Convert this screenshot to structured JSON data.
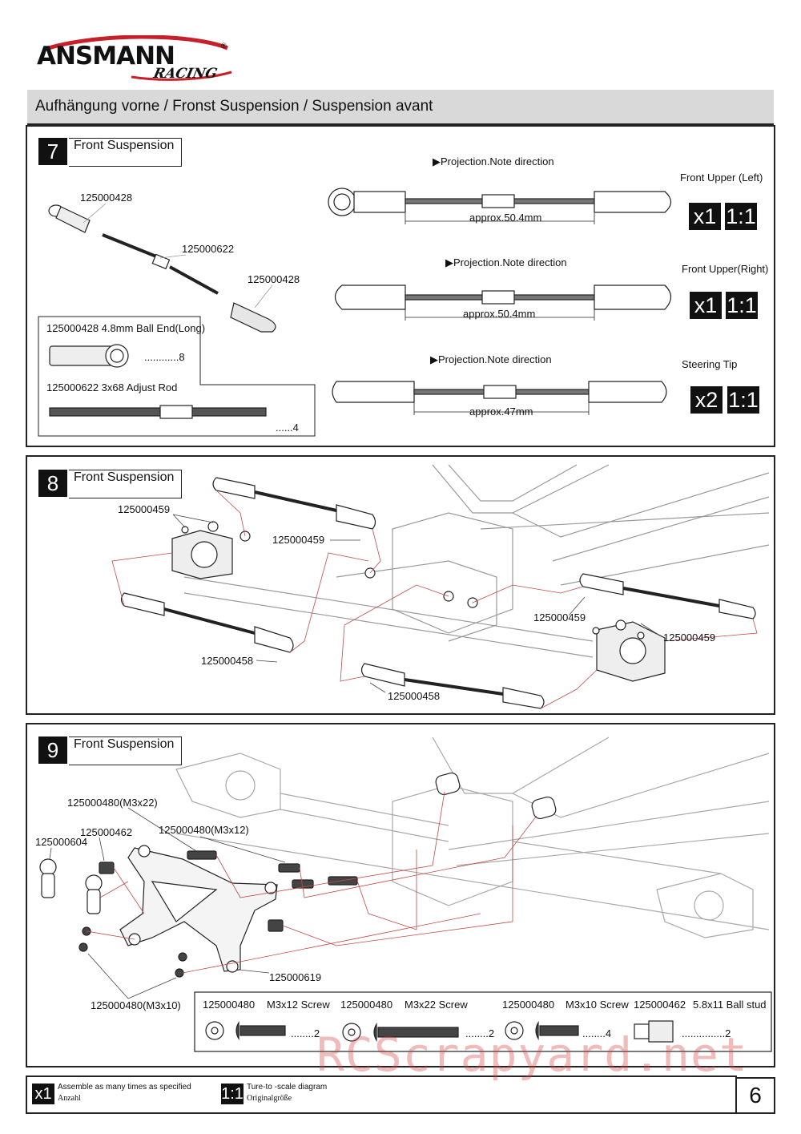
{
  "brand": {
    "name": "ANSMANN",
    "sub": "RACING",
    "reg": "®"
  },
  "page_title": "Aufhängung vorne / Fronst Suspension /  Suspension avant",
  "step7": {
    "number": "7",
    "title": "Front Suspension",
    "callouts": [
      "125000428",
      "125000622",
      "125000428"
    ],
    "parts": {
      "ball_end": "125000428   4.8mm Ball End(Long)",
      "ball_end_qty": "............8",
      "adjust_rod": "125000622 3x68 Adjust Rod",
      "adjust_rod_qty": "......4"
    },
    "rods": [
      {
        "note": "▶Projection.Note direction",
        "length": "approx.50.4mm",
        "name": "Front Upper (Left)",
        "qty": "x1",
        "scale": "1:1"
      },
      {
        "note": "▶Projection.Note direction",
        "length": "approx.50.4mm",
        "name": "Front Upper(Right)",
        "qty": "x1",
        "scale": "1:1"
      },
      {
        "note": "▶Projection.Note direction",
        "length": "approx.47mm",
        "name": "Steering Tip",
        "qty": "x2",
        "scale": "1:1"
      }
    ]
  },
  "step8": {
    "number": "8",
    "title": "Front Suspension",
    "callouts": [
      "125000459",
      "125000459",
      "125000459",
      "125000459",
      "125000458",
      "125000458"
    ]
  },
  "step9": {
    "number": "9",
    "title": "Front Suspension",
    "callouts": [
      "125000480(M3x22)",
      "125000462",
      "125000480(M3x12)",
      "125000604",
      "125000619",
      "125000480(M3x10)"
    ],
    "parts": [
      {
        "code": "125000480",
        "desc": "M3x12 Screw",
        "qty": "........2"
      },
      {
        "code": "125000480",
        "desc": "M3x22 Screw",
        "qty": "........2"
      },
      {
        "code": "125000480",
        "desc": "M3x10 Screw",
        "qty": "........4"
      },
      {
        "code": "125000462",
        "desc": "5.8x11 Ball stud",
        "qty": "...............2"
      }
    ]
  },
  "footer": {
    "x1_badge": "x1",
    "x1_text": "Assemble as many times as specified",
    "x1_sub": "Anzahl",
    "scale_badge": "1:1",
    "scale_text": "Ture-to -scale diagram",
    "scale_sub": "Originalgröße",
    "page": "6"
  },
  "watermark": "RCScrapyard.net"
}
